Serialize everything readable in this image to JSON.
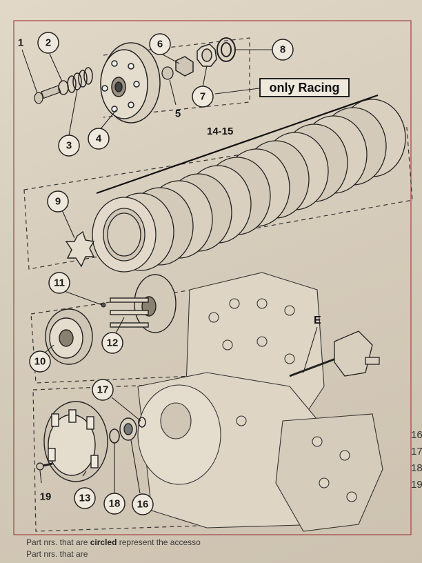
{
  "callouts": {
    "c1": "1",
    "c2": "2",
    "c3": "3",
    "c4": "4",
    "c5": "5",
    "c6": "6",
    "c7": "7",
    "c8": "8",
    "c9": "9",
    "c10": "10",
    "c11": "11",
    "c12": "12",
    "c13": "13",
    "c14": "14-15",
    "c16": "16",
    "c17": "17",
    "c18": "18",
    "c19": "19",
    "cE": "E"
  },
  "labels": {
    "racing": "only Racing"
  },
  "footnote": {
    "line1_pre": "Part nrs. that are",
    "line1_bold": "circled",
    "line1_post": "represent the accesso",
    "line2": "Part nrs. that are"
  },
  "side_numbers": [
    "16",
    "17",
    "18",
    "19"
  ]
}
